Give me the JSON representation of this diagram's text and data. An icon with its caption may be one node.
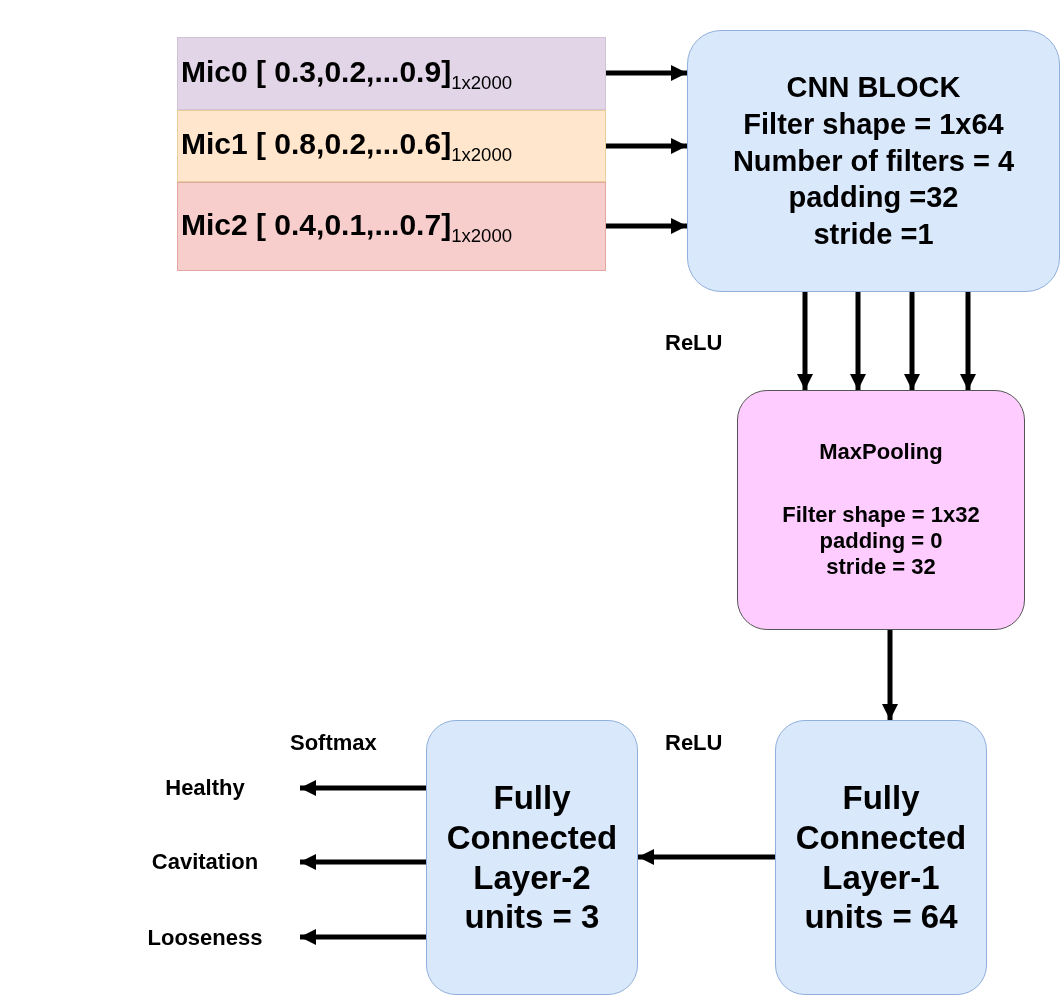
{
  "diagram": {
    "nodes": [
      {
        "text": [
          "Mic0 [ 0.3,0.2,...0.9]$_{1x2000}$"
        ]
      },
      {
        "text": [
          "Mic1 [ 0.8,0.2,...0.6]$_{1x2000}$"
        ]
      },
      {
        "text": [
          "Mic2 [ 0.4,0.1,...0.7]$_{1x2000}$"
        ]
      },
      {
        "text": [
          "CNN BLOCK",
          "Filter shape = 1x64",
          "Number of filters = 4",
          "padding =32",
          "stride =1"
        ]
      },
      {
        "text": [
          "MaxPooling",
          "Filter shape = 1x32",
          "padding = 0",
          "stride = 32"
        ]
      },
      {
        "text": [
          "Fully Connected Layer-1",
          "units = 64"
        ]
      },
      {
        "text": [
          "Fully Connected Layer-2",
          "units = 3"
        ]
      },
      {
        "text": [
          "Healthy"
        ]
      },
      {
        "text": [
          "Cavitation"
        ]
      },
      {
        "text": [
          "Looseness"
        ]
      }
    ],
    "edges": [
      {
        "from": 0,
        "to": 3,
        "arrow": "to"
      },
      {
        "from": 1,
        "to": 3,
        "arrow": "to"
      },
      {
        "from": 2,
        "to": 3,
        "arrow": "to"
      },
      {
        "from": 3,
        "to": 4,
        "arrow": "to"
      },
      {
        "from": 3,
        "to": 4,
        "arrow": "to"
      },
      {
        "from": 3,
        "to": 4,
        "arrow": "to"
      },
      {
        "from": 3,
        "to": 4,
        "arrow": "to"
      },
      {
        "from": 4,
        "to": 5,
        "arrow": "to"
      },
      {
        "from": 5,
        "to": 6,
        "arrow": "to"
      },
      {
        "from": 6,
        "to": 7,
        "arrow": "to"
      },
      {
        "from": 6,
        "to": 8,
        "arrow": "to"
      },
      {
        "from": 6,
        "to": 9,
        "arrow": "to"
      }
    ],
    "labels": [
      "ReLU",
      "Softmax",
      "ReLU"
    ]
  }
}
